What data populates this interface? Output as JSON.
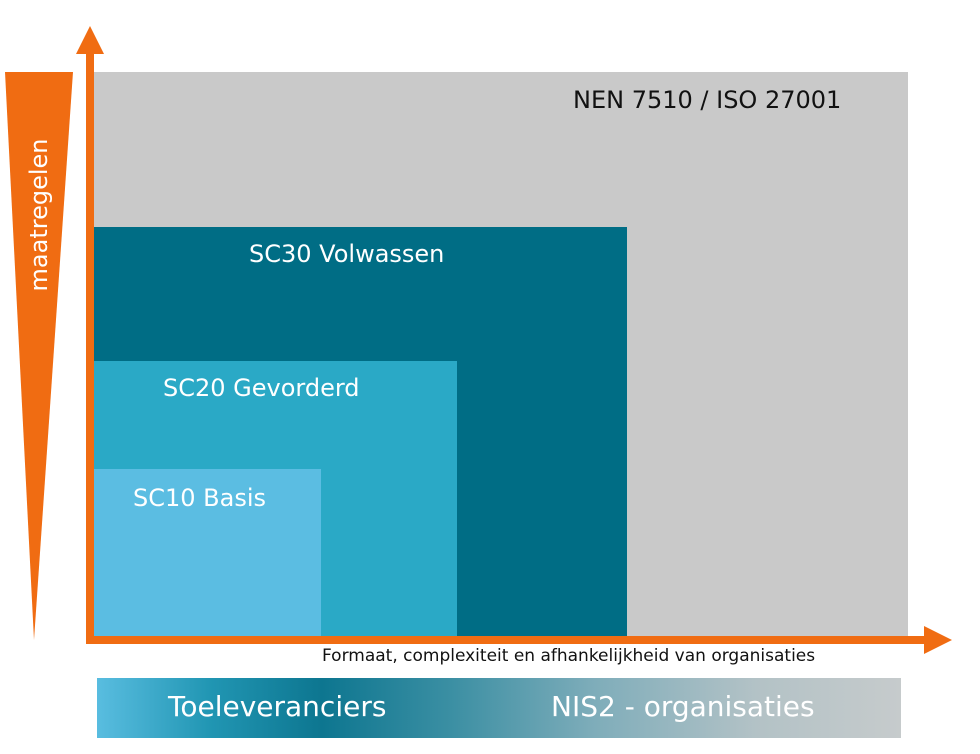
{
  "diagram": {
    "levels": [
      {
        "id": "iso",
        "label": "NEN 7510 / ISO 27001"
      },
      {
        "id": "sc30",
        "label": "SC30 Volwassen"
      },
      {
        "id": "sc20",
        "label": "SC20 Gevorderd"
      },
      {
        "id": "sc10",
        "label": "SC10 Basis"
      }
    ],
    "x_axis_label": "Formaat, complexiteit en afhankelijkheid van organisaties",
    "y_axis_label": "maatregelen",
    "bottom_bar": {
      "left_label": "Toeleveranciers",
      "right_label": "NIS2 - organisaties"
    }
  },
  "colors": {
    "accent_orange": "#f06c12",
    "iso_gray": "#c9c9c9",
    "sc30_teal": "#006d85",
    "sc20_teal": "#2aa9c6",
    "sc10_blue": "#5bbde2"
  }
}
